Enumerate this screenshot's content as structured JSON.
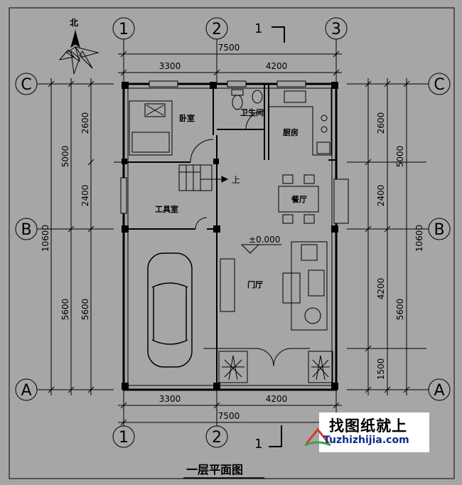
{
  "drawing": {
    "title": "一层平面图",
    "north": "北",
    "elevation": "±0.000",
    "up": "上",
    "section_mark": "1"
  },
  "axes": {
    "numbered": [
      "1",
      "2",
      "3"
    ],
    "lettered": [
      "A",
      "B",
      "C"
    ]
  },
  "dimensions": {
    "top_total": "7500",
    "top_spans": [
      "3300",
      "4200"
    ],
    "bottom_total": "7500",
    "bottom_spans": [
      "3300",
      "4200"
    ],
    "left_outer": "10600",
    "left_mid": [
      "5000",
      "5600"
    ],
    "left_inner": [
      "2600",
      "2400",
      "5600"
    ],
    "right_outer": "10600",
    "right_mid": [
      "5000",
      "5600"
    ],
    "right_inner": [
      "2600",
      "2400",
      "4200",
      "1500"
    ]
  },
  "rooms": {
    "bedroom": "卧室",
    "bathroom": "卫生间",
    "kitchen": "厨房",
    "tool_room": "工具室",
    "dining": "餐厅",
    "hall": "门厅"
  },
  "watermark": {
    "title": "找图纸就上",
    "url": "Tuzhizhijia.com"
  },
  "colors": {
    "background": "#a6a6a6",
    "lines": "#000000",
    "watermark_url": "#0c2a8c"
  }
}
